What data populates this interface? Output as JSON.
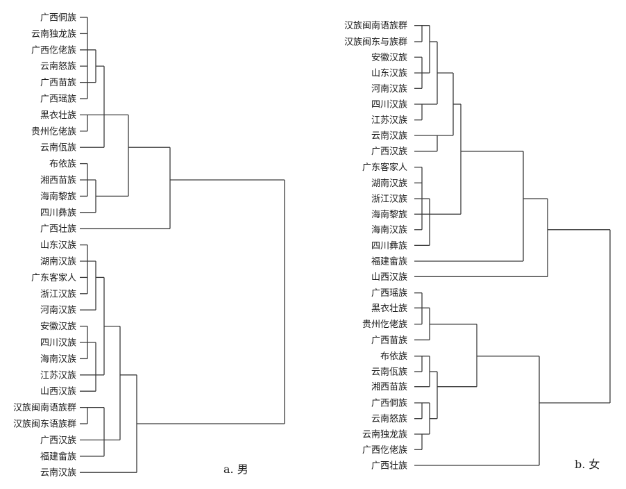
{
  "panel_a": {
    "caption": "a. 男",
    "leaves": [
      "广西侗族",
      "云南独龙族",
      "广西仡佬族",
      "云南怒族",
      "广西苗族",
      "广西瑶族",
      "黑衣壮族",
      "贵州仡佬族",
      "云南佤族",
      "布依族",
      "湘西苗族",
      "海南黎族",
      "四川彝族",
      "广西壮族",
      "山东汉族",
      "湖南汉族",
      "广东客家人",
      "浙江汉族",
      "河南汉族",
      "安徽汉族",
      "四川汉族",
      "海南汉族",
      "江苏汉族",
      "山西汉族",
      "汉族闽南语族群",
      "汉族闽东语族群",
      "广西汉族",
      "福建畲族",
      "云南汉族"
    ]
  },
  "panel_b": {
    "caption": "b. 女",
    "leaves": [
      "汉族闽南语族群",
      "汉族闽东与族群",
      "安徽汉族",
      "山东汉族",
      "河南汉族",
      "四川汉族",
      "江苏汉族",
      "云南汉族",
      "广西汉族",
      "广东客家人",
      "湖南汉族",
      "浙江汉族",
      "海南黎族",
      "海南汉族",
      "四川彝族",
      "福建畲族",
      "山西汉族",
      "广西瑶族",
      "黑衣壮族",
      "贵州仡佬族",
      "广西苗族",
      "布依族",
      "云南佤族",
      "湘西苗族",
      "广西侗族",
      "云南怒族",
      "云南独龙族",
      "广西仡佬族",
      "广西壮族"
    ]
  }
}
